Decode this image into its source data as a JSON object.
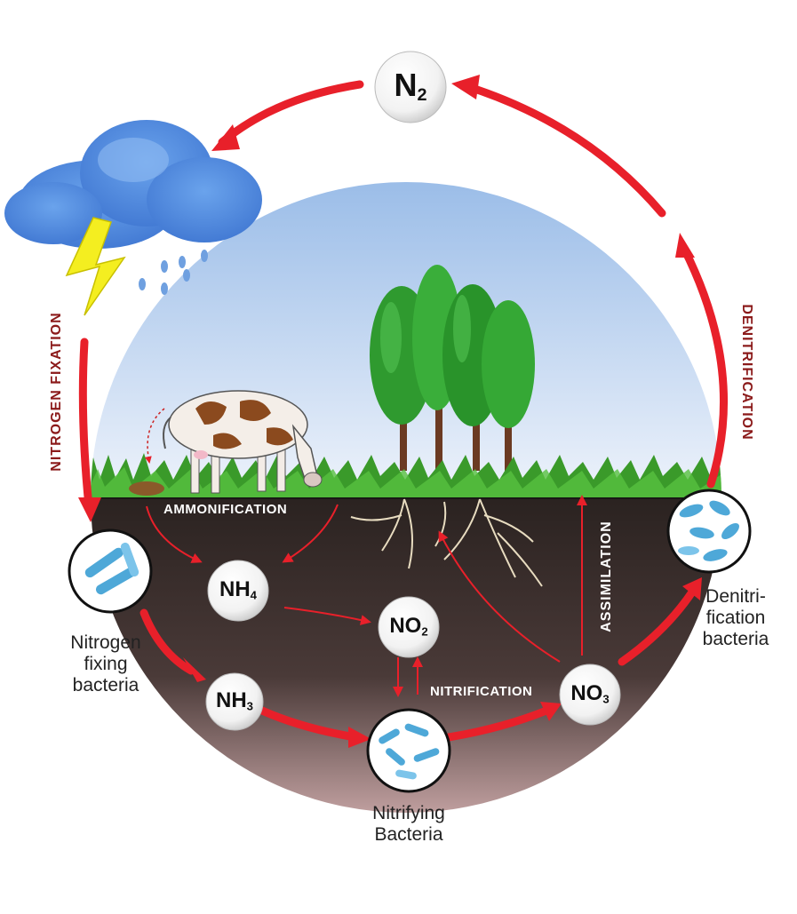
{
  "nodes": {
    "n2": {
      "base": "N",
      "sub": "2"
    },
    "nh4": {
      "base": "NH",
      "sub": "4"
    },
    "no2": {
      "base": "NO",
      "sub": "2"
    },
    "nh3": {
      "base": "NH",
      "sub": "3"
    },
    "no3": {
      "base": "NO",
      "sub": "3"
    }
  },
  "processes": {
    "nitrogen_fixation": "NITROGEN FIXATION",
    "denitrification": "DENITRIFICATION",
    "ammonification": "AMMONIFICATION",
    "nitrification": "NITRIFICATION",
    "assimilation": "ASSIMILATION"
  },
  "bacteria": {
    "nitrogen_fixing": [
      "Nitrogen",
      "fixing",
      "bacteria"
    ],
    "nitrifying": [
      "Nitrifying",
      "Bacteria"
    ],
    "denitrification": [
      "Denitri-",
      "fication",
      "bacteria"
    ]
  },
  "colors": {
    "cycle_arrow": "#e8202a",
    "process_text": "#8b1a1a",
    "soil_top": "#2a2220",
    "soil_bottom": "#c9a7a7",
    "sky_top": "#9bbde8",
    "sky_bottom": "#eef3fb",
    "grass": "#3a9a2a",
    "bacteria": "#4ea8d8"
  }
}
